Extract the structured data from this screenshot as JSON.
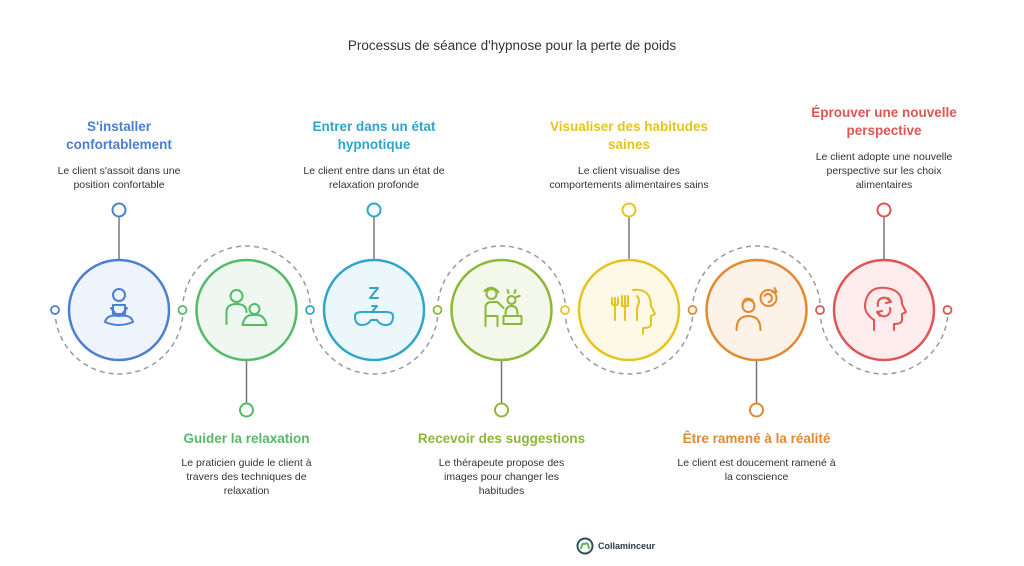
{
  "title": "Processus de séance d'hypnose pour la perte de poids",
  "steps": [
    {
      "heading": "S'installer confortablement",
      "description": "Le client s'assoit dans une position confortable",
      "icon": "seated-person-icon",
      "color": "#4a7fd1",
      "fill": "#eef3fc",
      "label_position": "top"
    },
    {
      "heading": "Guider la relaxation",
      "description": "Le praticien guide le client à travers des techniques de relaxation",
      "icon": "caregiver-icon",
      "color": "#55b96a",
      "fill": "#eef8f0",
      "label_position": "bottom"
    },
    {
      "heading": "Entrer dans un état hypnotique",
      "description": "Le client entre dans un état de relaxation profonde",
      "icon": "sleep-mask-icon",
      "color": "#2ea6cc",
      "fill": "#ecf7fb",
      "label_position": "top"
    },
    {
      "heading": "Recevoir des suggestions",
      "description": "Le thérapeute propose des images pour changer les habitudes",
      "icon": "therapist-icon",
      "color": "#8cb838",
      "fill": "#f3f8ea",
      "label_position": "bottom"
    },
    {
      "heading": "Visualiser des habitudes saines",
      "description": "Le client visualise des comportements alimentaires sains",
      "icon": "mind-food-icon",
      "color": "#e6c41f",
      "fill": "#fdf9e6",
      "label_position": "top"
    },
    {
      "heading": "Être ramené à la réalité",
      "description": "Le client est doucement ramené à la conscience",
      "icon": "return-person-icon",
      "color": "#e3892f",
      "fill": "#fdf2e8",
      "label_position": "bottom"
    },
    {
      "heading": "Éprouver une nouvelle perspective",
      "description": "Le client adopte une nouvelle perspective sur les choix alimentaires",
      "icon": "new-perspective-head-icon",
      "color": "#df5454",
      "fill": "#fcecec",
      "label_position": "top"
    }
  ],
  "logo": {
    "text": "Collaminceur"
  }
}
